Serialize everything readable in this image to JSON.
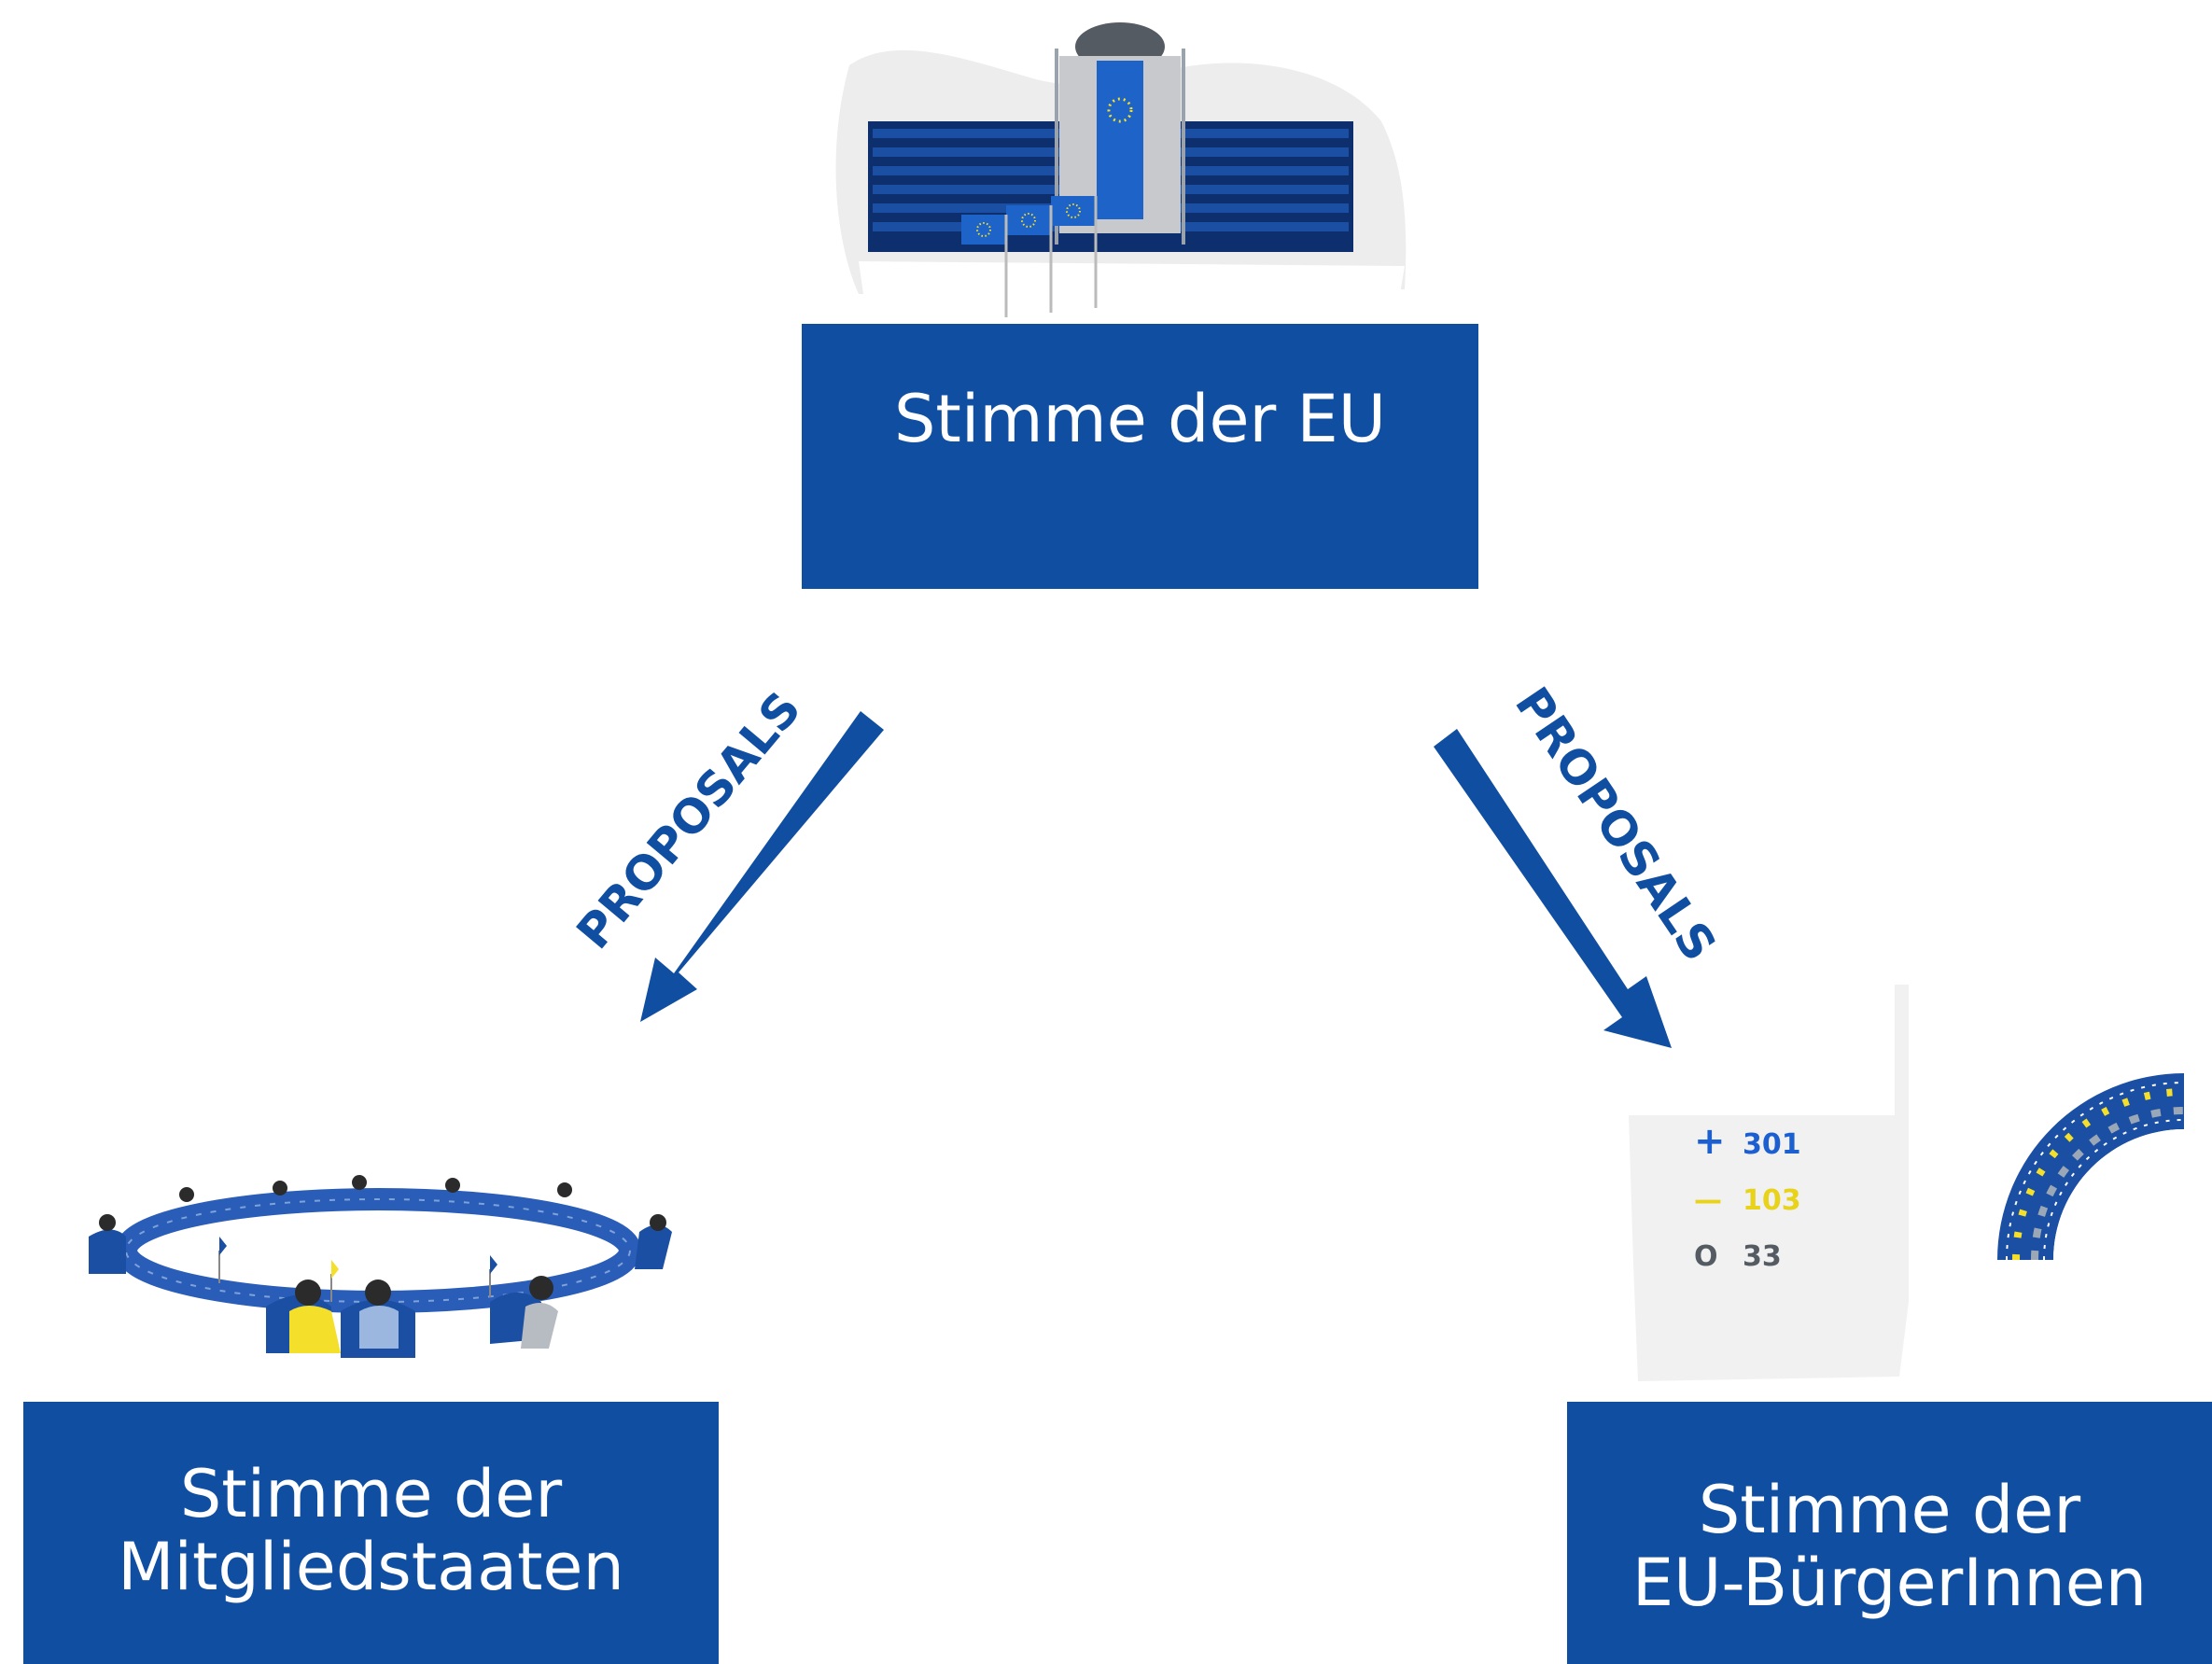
{
  "nodes": {
    "eu": {
      "line1": "Stimme der EU",
      "line2": ""
    },
    "member_states": {
      "line1": "Stimme der",
      "line2": "Mitgliedstaaten"
    },
    "citizens": {
      "line1": "Stimme der",
      "line2": "EU-BürgerInnen"
    }
  },
  "edges": [
    {
      "from": "eu",
      "to": "member_states",
      "label": "PROPOSALS"
    },
    {
      "from": "eu",
      "to": "citizens",
      "label": "PROPOSALS"
    }
  ],
  "vote_tally": {
    "for": {
      "symbol": "+",
      "count": "301"
    },
    "against": {
      "symbol": "—",
      "count": "103"
    },
    "abstain": {
      "symbol": "O",
      "count": "33"
    }
  },
  "colors": {
    "eu_blue": "#0f4ea1",
    "yellow": "#f4df2a",
    "grey": "#9aa7b6",
    "white": "#ffffff"
  },
  "icons": {
    "eu_building": "eu-commission-building-icon",
    "round_table": "round-table-meeting-icon",
    "parliament": "parliament-hemicycle-icon"
  }
}
